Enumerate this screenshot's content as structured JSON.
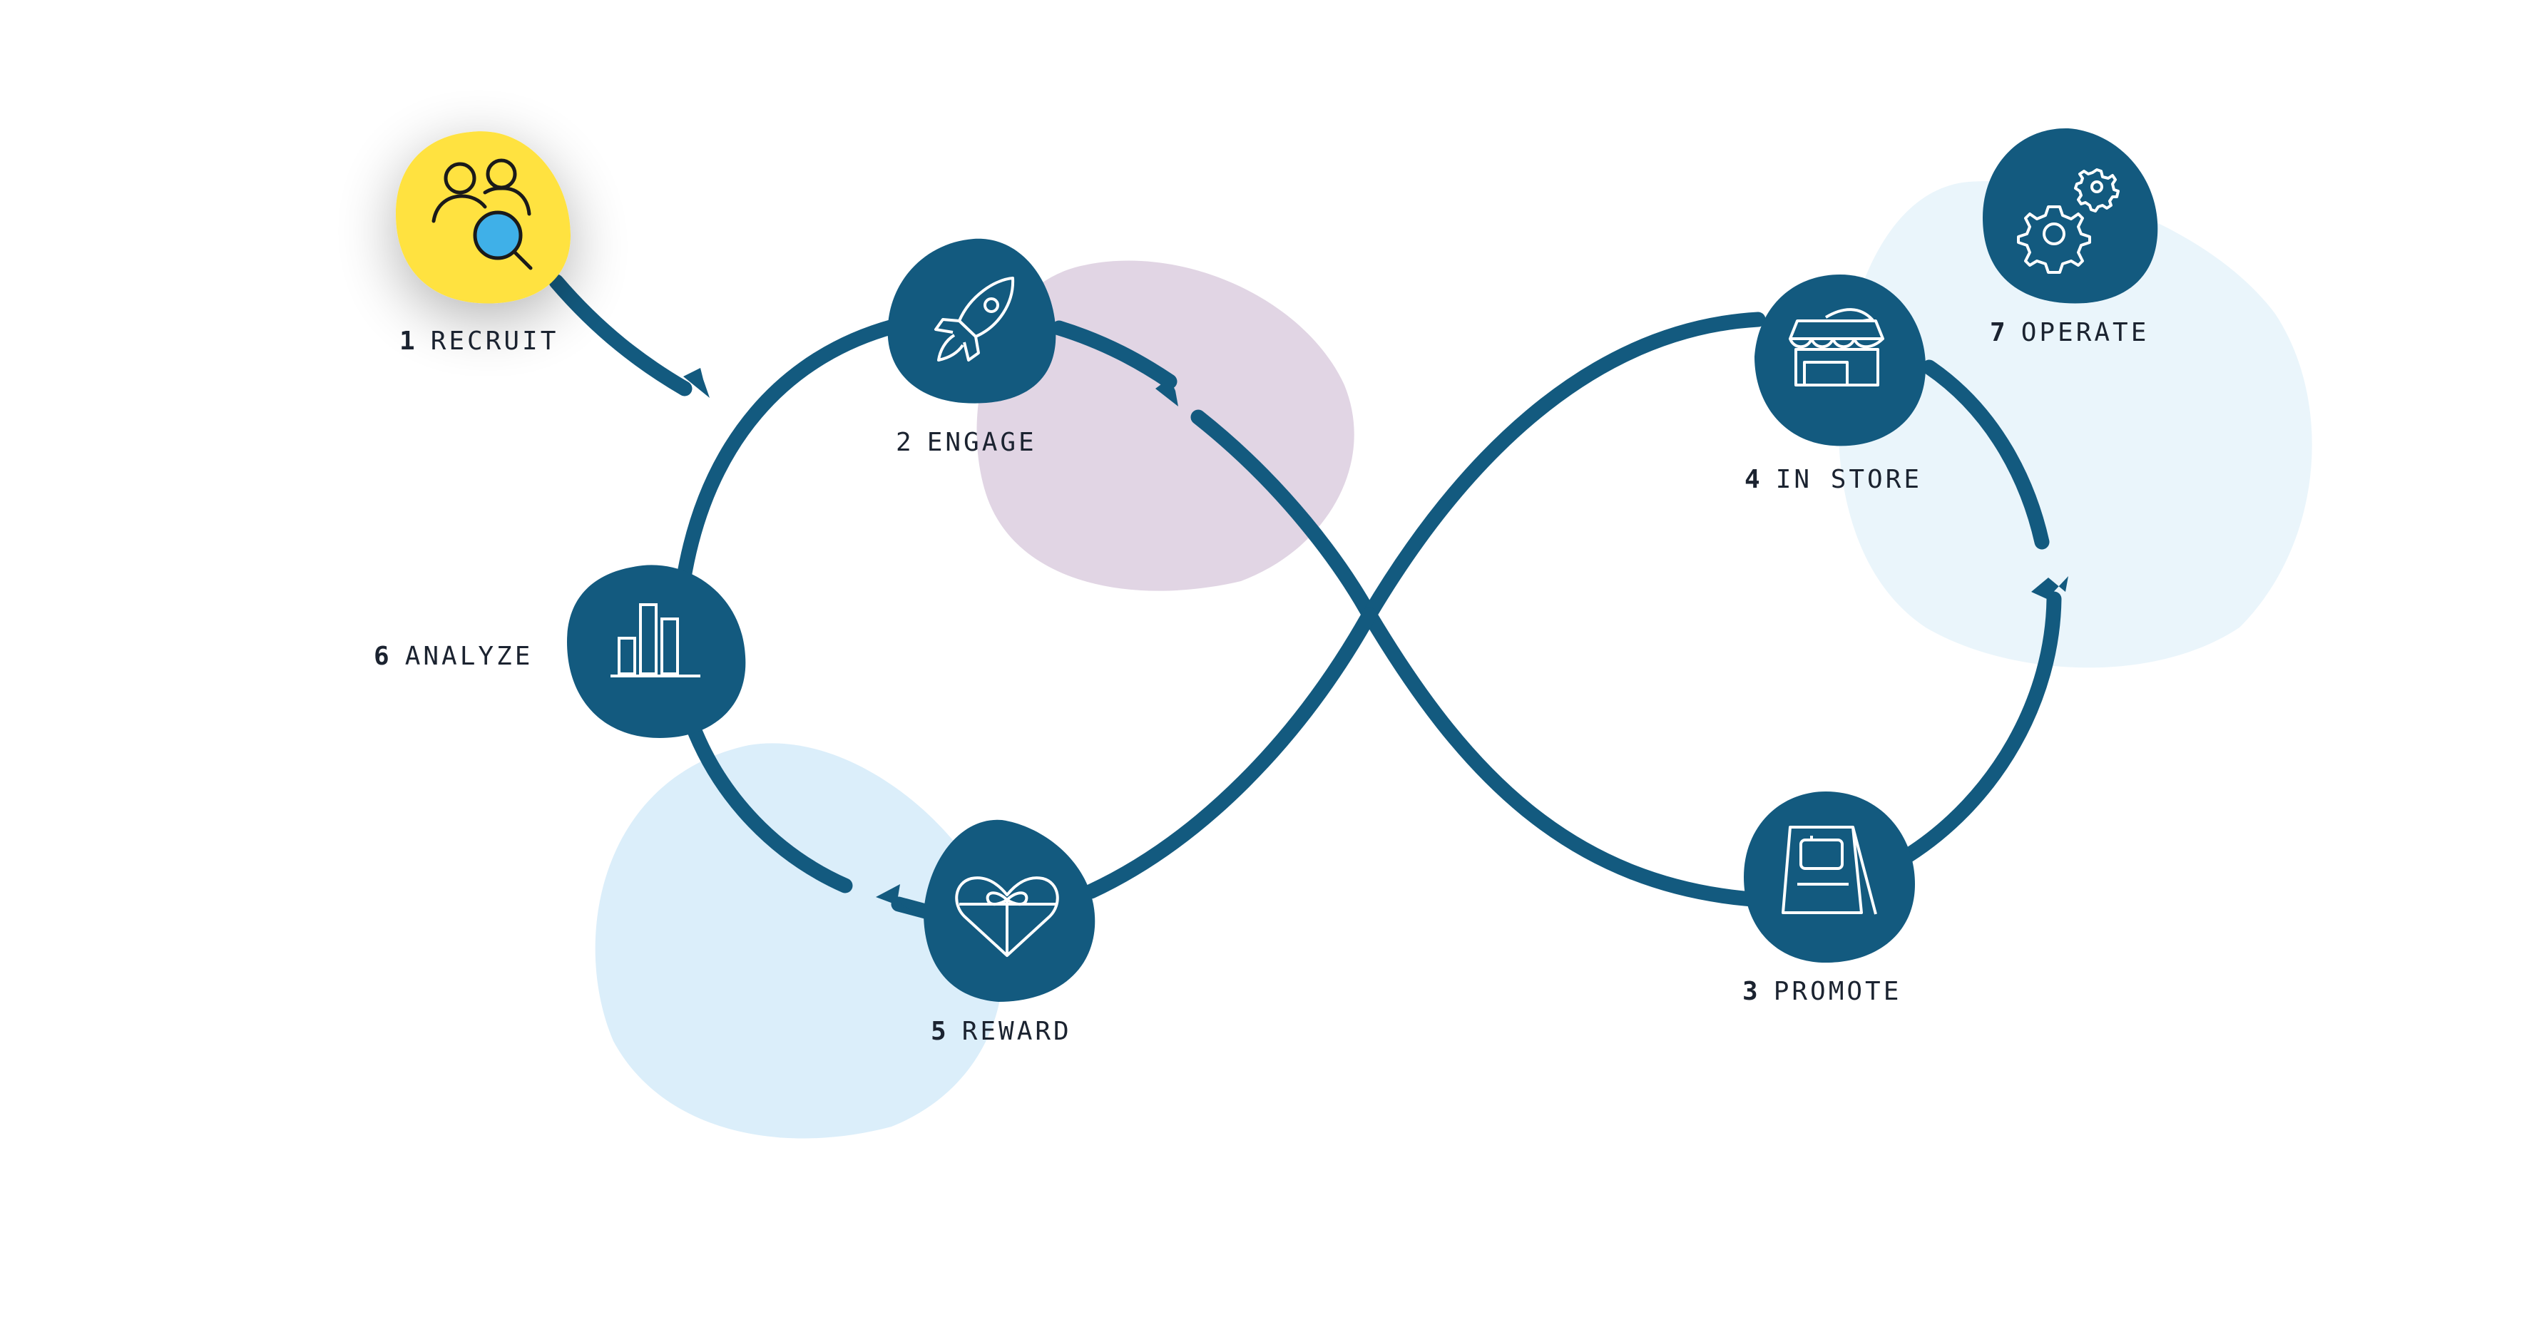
{
  "colors": {
    "path": "#135a7f",
    "node": "#135a7f",
    "recruit_node": "#ffe23f",
    "recruit_icon_stroke": "#1a1a1a",
    "recruit_lens": "#3fb0e8",
    "icon_line": "#ffffff",
    "blob_purple": "#e1d5e4",
    "blob_blue": "#dbeefa",
    "blob_lightblue": "#eaf5fb"
  },
  "steps": [
    {
      "id": "recruit",
      "number": "1",
      "label": "RECRUIT",
      "icon": "people-search-icon"
    },
    {
      "id": "engage",
      "number": "2",
      "label": "ENGAGE",
      "icon": "rocket-icon"
    },
    {
      "id": "promote",
      "number": "3",
      "label": "PROMOTE",
      "icon": "sandwich-board-sign-icon"
    },
    {
      "id": "in_store",
      "number": "4",
      "label": "IN STORE",
      "icon": "storefront-icon"
    },
    {
      "id": "reward",
      "number": "5",
      "label": "REWARD",
      "icon": "gift-heart-icon"
    },
    {
      "id": "analyze",
      "number": "6",
      "label": "ANALYZE",
      "icon": "bar-chart-icon"
    },
    {
      "id": "operate",
      "number": "7",
      "label": "OPERATE",
      "icon": "gears-icon"
    }
  ]
}
